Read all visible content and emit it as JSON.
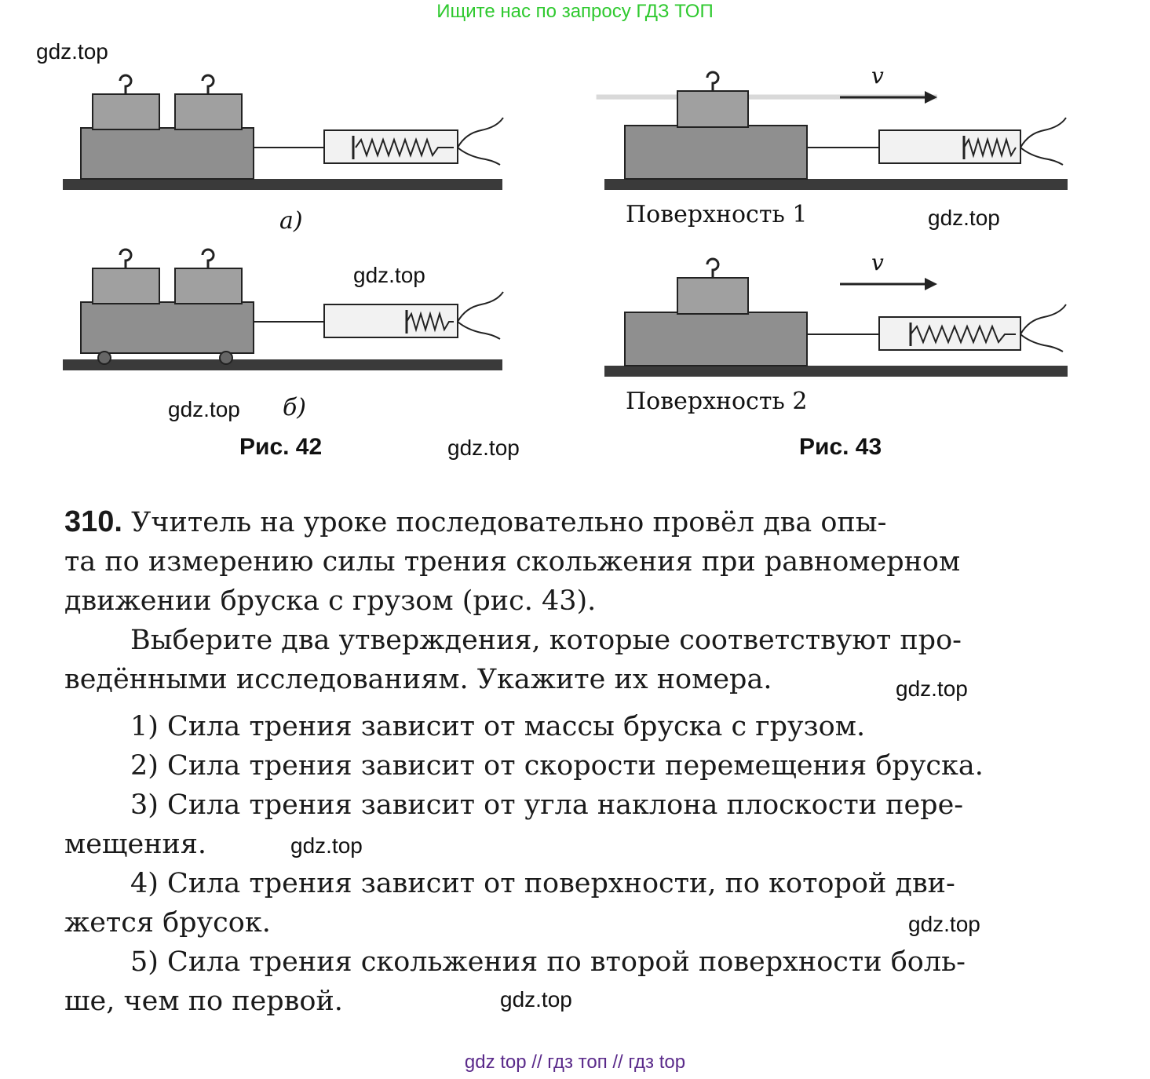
{
  "banner_top": "Ищите нас по запросу ГДЗ ТОП",
  "watermark": "gdz.top",
  "figures": {
    "fig42": {
      "caption": "Рис. 42",
      "label_a": "а)",
      "label_b": "б)"
    },
    "fig43": {
      "caption": "Рис. 43",
      "surface1": "Поверхность 1",
      "surface2": "Поверхность 2",
      "velocity": "v"
    }
  },
  "problem": {
    "number": "310.",
    "line1": "Учитель на уроке последовательно провёл два опы-",
    "line2": "та по измерению силы трения скольжения при равномерном",
    "line3": "движении бруска с грузом (рис. 43).",
    "line4": "Выберите два утверждения, которые соответствуют про-",
    "line5": "ведёнными исследованиям. Укажите их номера.",
    "options": [
      {
        "l1": "1) Сила трения зависит от массы бруска с грузом.",
        "l2": ""
      },
      {
        "l1": "2) Сила трения зависит от скорости перемещения бруска.",
        "l2": ""
      },
      {
        "l1": "3) Сила трения зависит от угла наклона плоскости пере-",
        "l2": "мещения."
      },
      {
        "l1": "4) Сила трения зависит от поверхности, по которой дви-",
        "l2": "жется брусок."
      },
      {
        "l1": "5) Сила трения скольжения по второй поверхности боль-",
        "l2": "ше, чем по первой."
      }
    ]
  },
  "banner_bottom": "gdz top  //  гдз топ  //  гдз top"
}
